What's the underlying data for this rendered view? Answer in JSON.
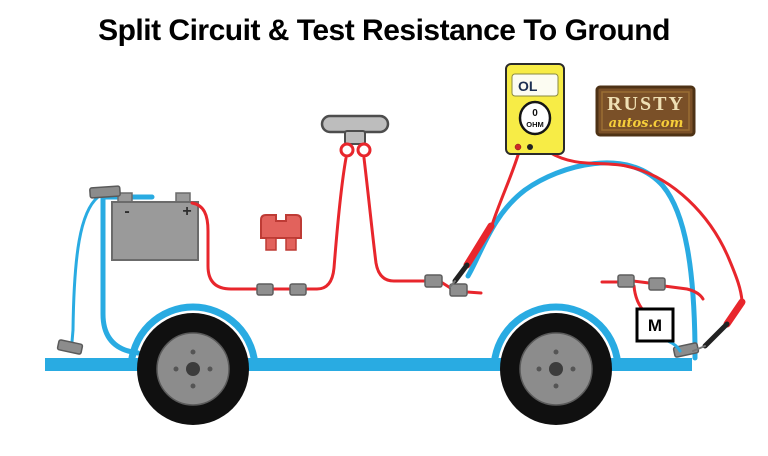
{
  "title": "Split Circuit & Test Resistance To Ground",
  "diagram": {
    "multimeter": {
      "display": "OL",
      "dial_value": "0",
      "dial_unit": "OHM"
    },
    "logo": {
      "line1": "RUSTY",
      "line2": "autos.com"
    },
    "motor": {
      "label": "M"
    },
    "battery": {
      "negative_sign": "-",
      "positive_sign": "+"
    }
  },
  "colors": {
    "car_body_cyan": "#29ABE2",
    "wire_red": "#E8262C",
    "multimeter_yellow": "#F7EC46",
    "logo_brown": "#7A5028",
    "fuse_red": "#E2625C",
    "component_gray": "#999999"
  }
}
